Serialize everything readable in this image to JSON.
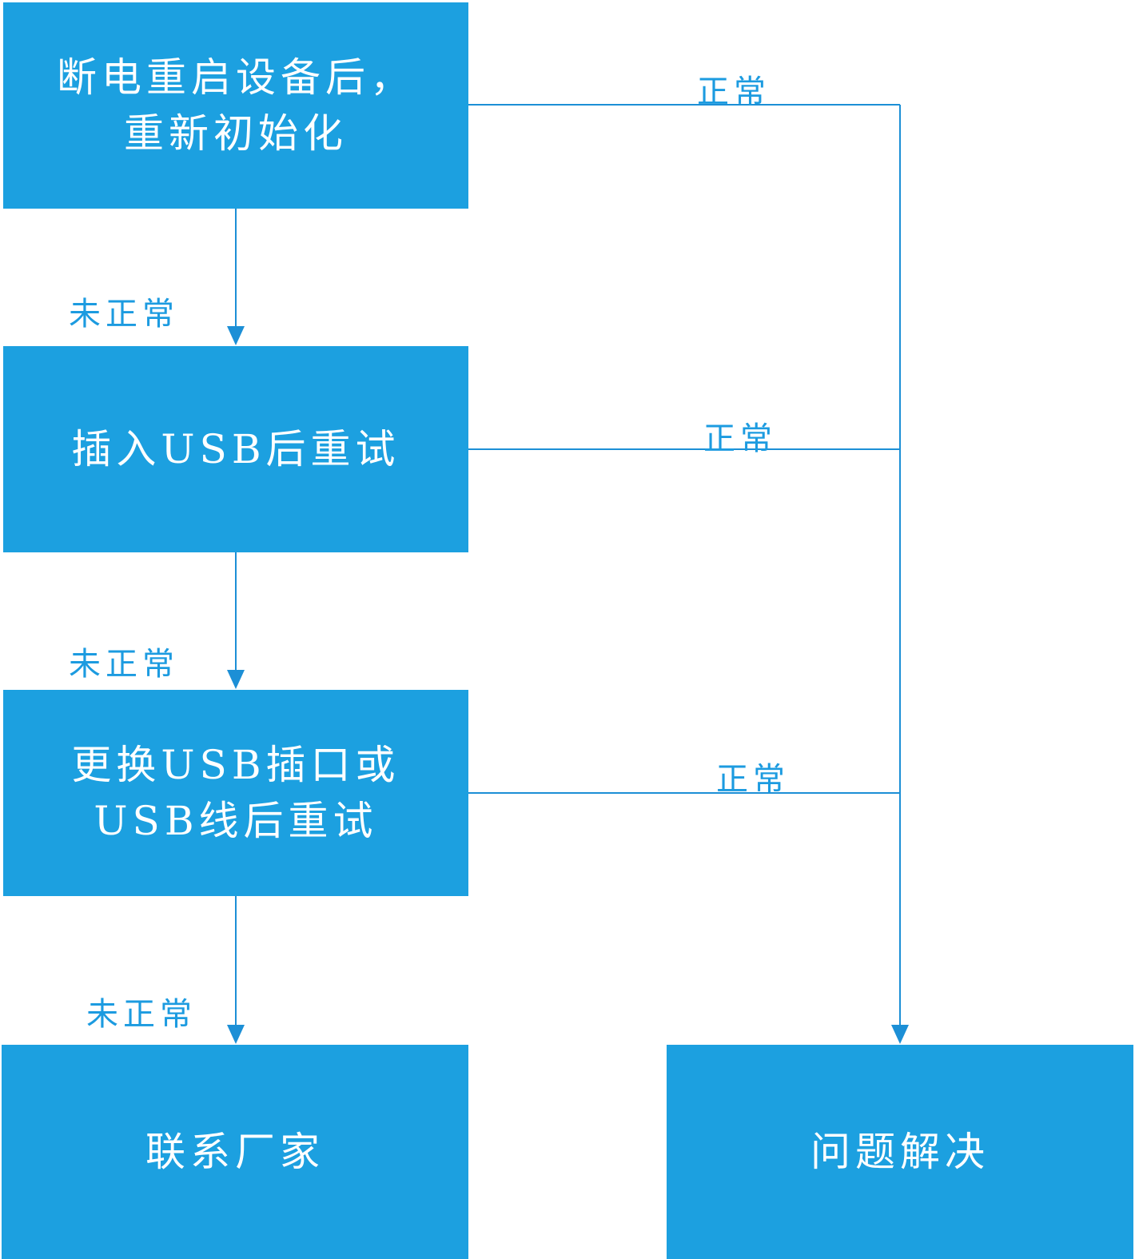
{
  "colors": {
    "box_fill": "#1ca0e0",
    "box_text": "#ffffff",
    "connector": "#1c8fd6",
    "label_text": "#1c9be0"
  },
  "boxes": {
    "restart": {
      "line1": "断电重启设备后，",
      "line2": "重新初始化"
    },
    "usb": {
      "line1": "插入USB后重试"
    },
    "replace": {
      "line1": "更换USB插口或",
      "line2": "USB线后重试"
    },
    "contact": {
      "line1": "联系厂家"
    },
    "solved": {
      "line1": "问题解决"
    }
  },
  "labels": {
    "ok_1": "正常",
    "ok_2": "正常",
    "ok_3": "正常",
    "fail_1": "未正常",
    "fail_2": "未正常",
    "fail_3": "未正常"
  }
}
